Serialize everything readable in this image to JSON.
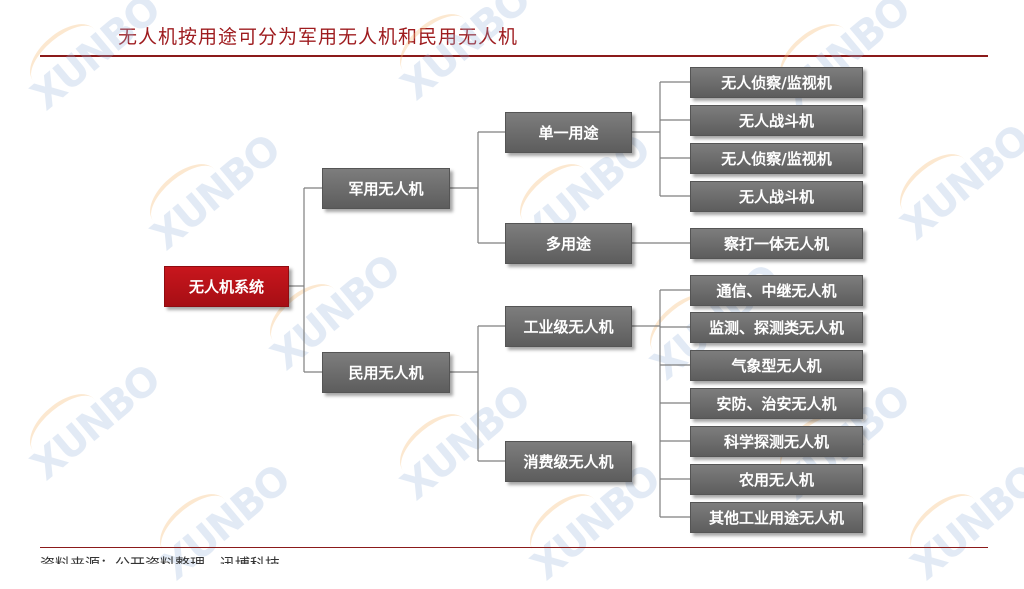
{
  "header": {
    "title": "无人机按用途可分为军用无人机和民用无人机"
  },
  "footer": {
    "text": "资料来源：公开资料整理、迅博科技"
  },
  "watermark": {
    "text": "XUNBO"
  },
  "colors": {
    "title": "#9e1b1e",
    "root_box": "#b5121b",
    "node_box": "#6d6d6d",
    "rule": "#8b1a1a"
  },
  "tree": {
    "root": "无人机系统",
    "military": {
      "label": "军用无人机",
      "single_use": {
        "label": "单一用途",
        "items": [
          "无人侦察/监视机",
          "无人战斗机",
          "无人侦察/监视机",
          "无人战斗机"
        ]
      },
      "multi_use": {
        "label": "多用途",
        "items": [
          "察打一体无人机"
        ]
      }
    },
    "civil": {
      "label": "民用无人机",
      "industrial": {
        "label": "工业级无人机"
      },
      "consumer": {
        "label": "消费级无人机"
      },
      "items": [
        "通信、中继无人机",
        "监测、探测类无人机",
        "气象型无人机",
        "安防、治安无人机",
        "科学探测无人机",
        "农用无人机",
        "其他工业用途无人机"
      ]
    }
  }
}
